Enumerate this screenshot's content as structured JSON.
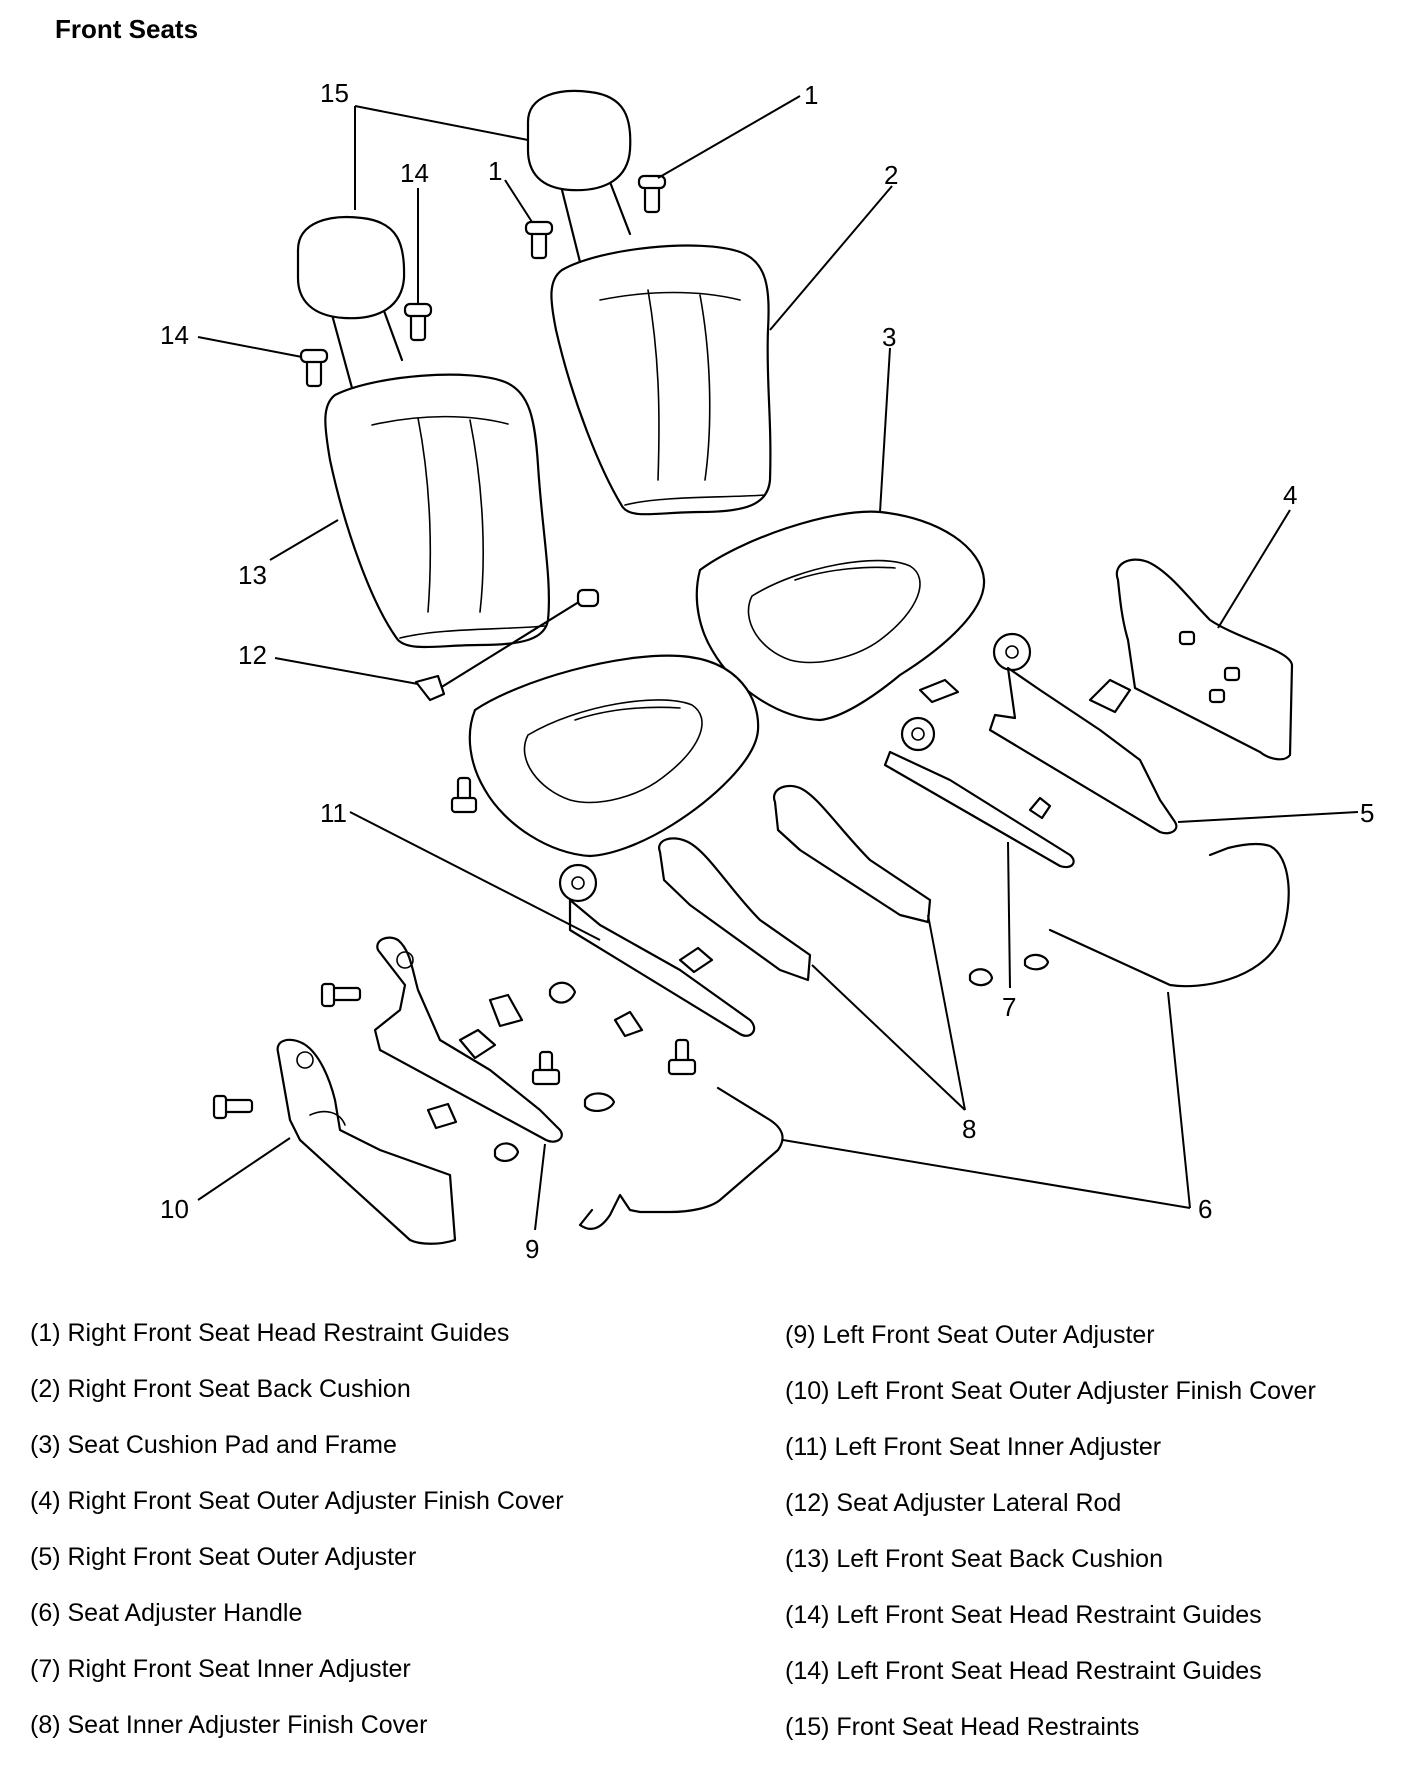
{
  "title": "Front Seats",
  "callouts": [
    "1",
    "1",
    "2",
    "3",
    "4",
    "5",
    "6",
    "7",
    "8",
    "9",
    "10",
    "11",
    "12",
    "13",
    "14",
    "14",
    "15"
  ],
  "legend_left": [
    "(1) Right Front Seat Head Restraint Guides",
    "(2) Right Front Seat Back Cushion",
    "(3) Seat Cushion Pad and Frame",
    "(4) Right Front Seat Outer Adjuster Finish Cover",
    "(5) Right Front Seat Outer Adjuster",
    "(6) Seat Adjuster Handle",
    "(7) Right Front Seat Inner Adjuster",
    "(8) Seat Inner Adjuster Finish Cover"
  ],
  "legend_right": [
    "(9) Left Front Seat Outer Adjuster",
    "(10) Left Front Seat Outer Adjuster Finish Cover",
    "(11) Left Front Seat Inner Adjuster",
    "(12) Seat Adjuster Lateral Rod",
    "(13) Left Front Seat Back Cushion",
    "(14) Left Front Seat Head Restraint Guides",
    "(14) Left Front Seat Head Restraint Guides",
    "(15) Front Seat Head Restraints"
  ]
}
